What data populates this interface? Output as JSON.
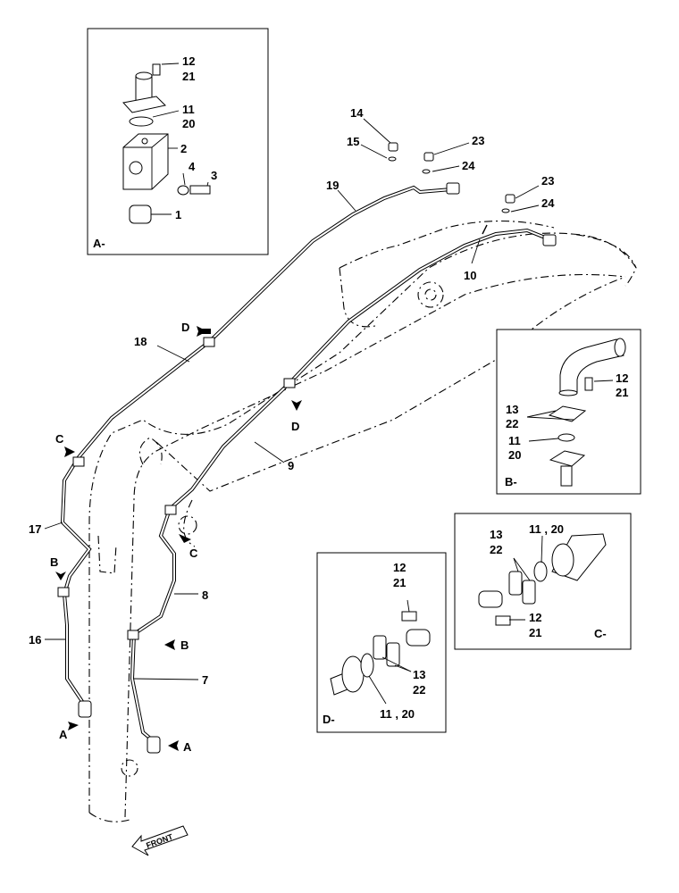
{
  "diagram": {
    "detail_labels": {
      "a": "A-",
      "b": "B-",
      "c": "C-",
      "d": "D-"
    },
    "view_arrows": {
      "a_left": "A",
      "a_right": "A",
      "b_left": "B",
      "b_right": "B",
      "c_top": "C",
      "c_low": "C",
      "d_top": "D",
      "d_mid": "D"
    },
    "front_label": "FRONT",
    "main_callouts": {
      "n7": "7",
      "n8": "8",
      "n9": "9",
      "n10": "10",
      "n14": "14",
      "n15": "15",
      "n16": "16",
      "n17": "17",
      "n18": "18",
      "n19": "19",
      "n23a": "23",
      "n24a": "24",
      "n23b": "23",
      "n24b": "24"
    },
    "detail_a_callouts": {
      "n12": "12",
      "n21": "21",
      "n11": "11",
      "n20": "20",
      "n2": "2",
      "n4": "4",
      "n3": "3",
      "n1": "1"
    },
    "detail_b_callouts": {
      "n12": "12",
      "n21": "21",
      "n13": "13",
      "n22": "22",
      "n11": "11",
      "n20": "20"
    },
    "detail_c_callouts": {
      "n13": "13",
      "n22": "22",
      "n11_20": "11 , 20",
      "n12": "12",
      "n21": "21"
    },
    "detail_d_callouts": {
      "n12": "12",
      "n21": "21",
      "n13": "13",
      "n22": "22",
      "n11_20": "11 , 20"
    }
  }
}
